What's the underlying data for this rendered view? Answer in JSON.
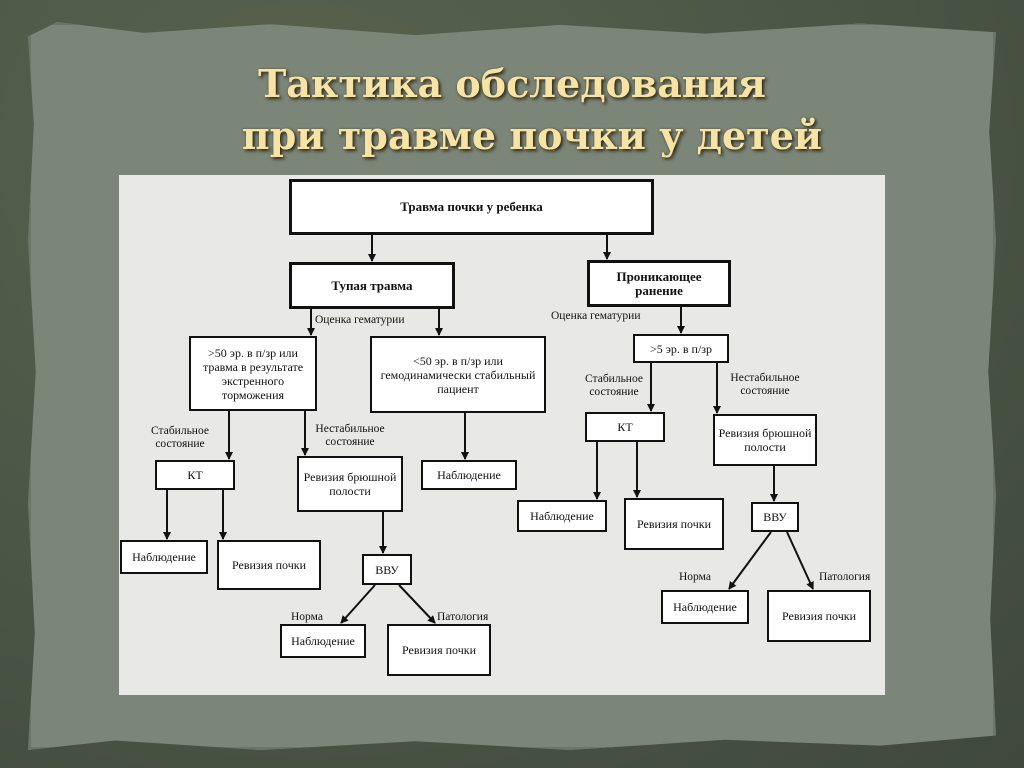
{
  "title": {
    "line1": "Тактика обследования",
    "line2": "при травме почки  у детей"
  },
  "diagram": {
    "root": "Травма почки у ребенка",
    "blunt": "Тупая травма",
    "penetrating": "Проникающее ранение",
    "hematuria_left": "Оценка гематурии",
    "hematuria_right": "Оценка гематурии",
    "gt50": ">50 эр. в п/зр или травма в результате экстренного торможения",
    "lt50": "<50 эр. в п/зр или гемодинамически стабильный пациент",
    "gt5": ">5 эр. в п/зр",
    "stable_l": "Стабильное состояние",
    "unstable_l": "Нестабильное состояние",
    "stable_r": "Стабильное состояние",
    "unstable_r": "Нестабильное состояние",
    "ct_l": "КТ",
    "ct_r": "КТ",
    "revision_abd_l": "Ревизия брюшной полости",
    "revision_abd_r": "Ревизия брюшной полости",
    "observe_lt50": "Наблюдение",
    "observe_ct_l": "Наблюдение",
    "revision_kidney_ct_l": "Ревизия почки",
    "observe_ct_r": "Наблюдение",
    "revision_kidney_ct_r": "Ревизия почки",
    "vvu_l": "ВВУ",
    "vvu_r": "ВВУ",
    "norm_l": "Норма",
    "path_l": "Патология",
    "norm_r": "Норма",
    "path_r": "Патология",
    "observe_vvu_l": "Наблюдение",
    "revision_kidney_vvu_l": "Ревизия почки",
    "observe_vvu_r": "Наблюдение",
    "revision_kidney_vvu_r": "Ревизия почки"
  }
}
